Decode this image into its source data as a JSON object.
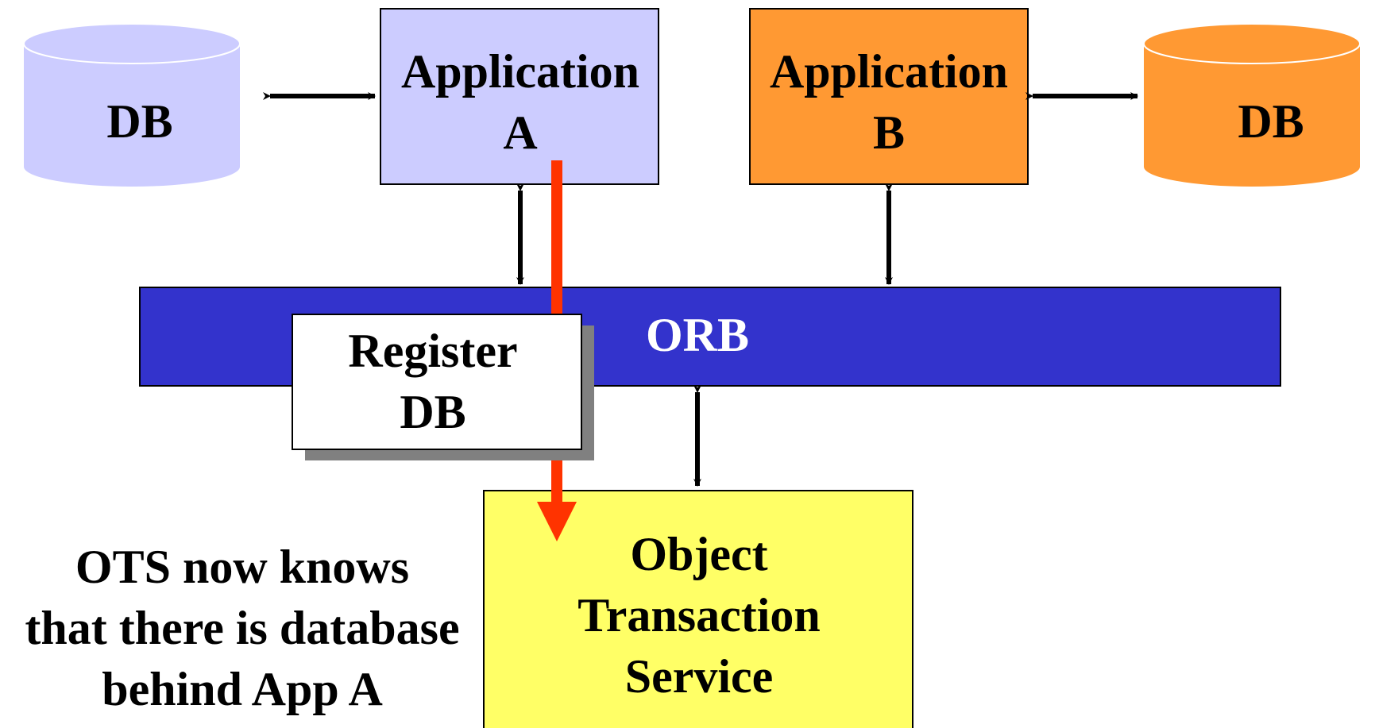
{
  "colors": {
    "app_a_fill": "#ccccff",
    "app_b_fill": "#ff9933",
    "db_left_fill": "#ccccff",
    "db_right_fill": "#ff9933",
    "orb_fill": "#3333cc",
    "orb_text": "#ffffff",
    "ots_fill": "#ffff66",
    "register_fill": "#ffffff",
    "register_shadow": "#808080",
    "flow_arrow": "#ff3300",
    "connector": "#000000"
  },
  "db_left": {
    "label": "DB"
  },
  "db_right": {
    "label": "DB"
  },
  "app_a": {
    "line1": "Application",
    "line2": "A"
  },
  "app_b": {
    "line1": "Application",
    "line2": "B"
  },
  "orb": {
    "label": "ORB"
  },
  "register": {
    "line1": "Register",
    "line2": "DB"
  },
  "ots": {
    "line1": "Object",
    "line2": "Transaction",
    "line3": "Service"
  },
  "note": {
    "line1": "OTS now knows",
    "line2": "that there is database",
    "line3": "behind App A"
  }
}
